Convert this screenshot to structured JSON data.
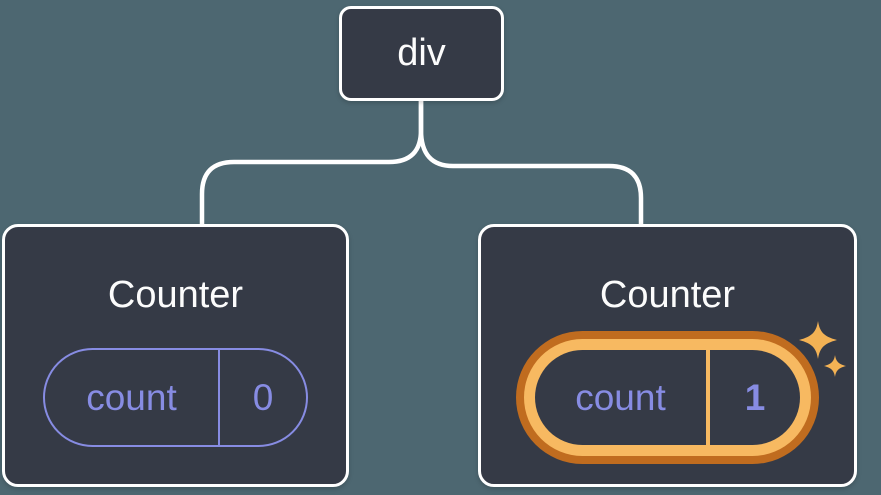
{
  "diagram": {
    "root": {
      "label": "div"
    },
    "children": [
      {
        "title": "Counter",
        "state": {
          "name": "count",
          "value": "0"
        },
        "highlighted": false
      },
      {
        "title": "Counter",
        "state": {
          "name": "count",
          "value": "1"
        },
        "highlighted": true
      }
    ]
  },
  "colors": {
    "bg": "#4d6771",
    "node-fill": "#353a46",
    "node-border": "#ffffff",
    "line": "#ffffff",
    "text-light": "#fcfcfc",
    "purple": "#878ce3",
    "orange-dark": "#c06c1f",
    "orange-light": "#f7b961",
    "sparkle": "#f3b254"
  }
}
